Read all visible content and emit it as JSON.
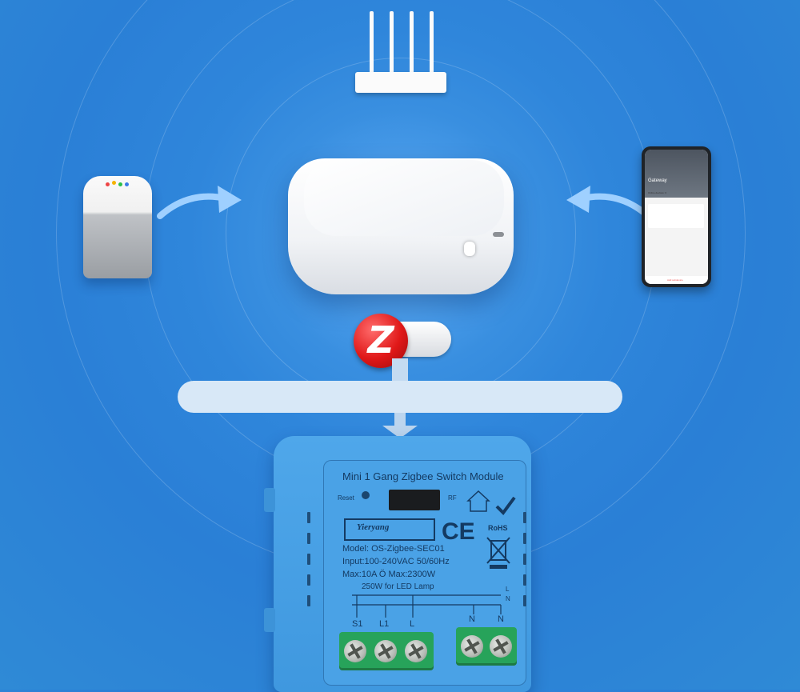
{
  "phone": {
    "title": "Gateway",
    "subtitle": "Online devices: 0",
    "footer": "Add subdevice"
  },
  "zigbee": {
    "logo_letter": "Z"
  },
  "module": {
    "title": "Mini 1 Gang Zigbee Switch Module",
    "reset_label": "Reset",
    "rf_label": "RF",
    "brand": "Yieryang",
    "ce_mark": "CE",
    "rohs_mark": "RoHS",
    "model": "Model: OS-Zigbee-SEC01",
    "input": "Input:100-240VAC 50/60Hz",
    "max": "Max:10A  Ö  Max:2300W",
    "led": "250W for LED Lamp",
    "wire_l": "L",
    "wire_n": "N",
    "terminals": [
      "S1",
      "L1",
      "L",
      "N",
      "N"
    ]
  },
  "colors": {
    "background": "#2f86db",
    "module_blue": "#4aa2e6",
    "terminal_green": "#27a35a",
    "zigbee_red": "#e01818"
  }
}
